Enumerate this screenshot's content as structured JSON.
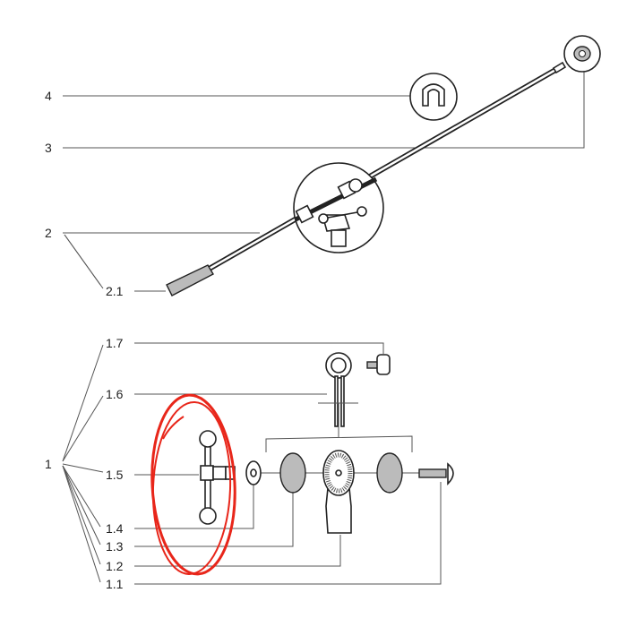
{
  "labels": {
    "l4": "4",
    "l3": "3",
    "l2": "2",
    "l21": "2.1",
    "l17": "1.7",
    "l16": "1.6",
    "l1": "1",
    "l15": "1.5",
    "l14": "1.4",
    "l13": "1.3",
    "l12": "1.2",
    "l11": "1.1"
  },
  "colors": {
    "highlight": "#e8261a",
    "line": "#555555",
    "part": "#222222"
  }
}
